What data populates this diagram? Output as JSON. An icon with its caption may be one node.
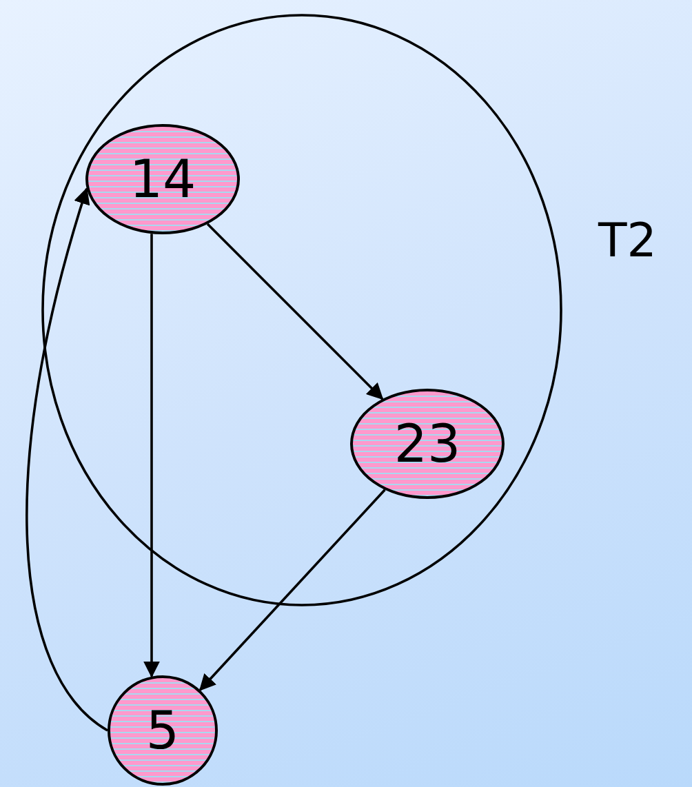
{
  "diagram": {
    "nodes": [
      {
        "text": [
          "T2"
        ]
      },
      {
        "text": [
          "14"
        ],
        "in": 0
      },
      {
        "text": [
          "23"
        ],
        "in": 0
      },
      {
        "text": [
          "5"
        ]
      }
    ],
    "edges": [
      {
        "from": 1,
        "to": 2,
        "arrow": "to"
      },
      {
        "from": 1,
        "to": 3,
        "arrow": "to"
      },
      {
        "from": 2,
        "to": 3,
        "arrow": "to"
      },
      {
        "from": 3,
        "to": 1,
        "arrow": "to"
      }
    ]
  }
}
